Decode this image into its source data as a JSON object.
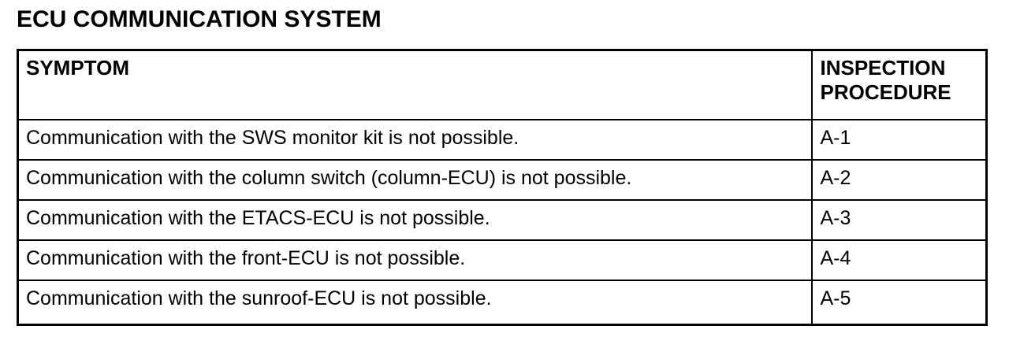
{
  "page": {
    "title": "ECU COMMUNICATION SYSTEM",
    "text_color": "#000000",
    "background_color": "#ffffff",
    "border_color": "#000000"
  },
  "table": {
    "columns": [
      {
        "key": "symptom",
        "header": "SYMPTOM"
      },
      {
        "key": "procedure",
        "header_line1": "INSPECTION",
        "header_line2": "PROCEDURE"
      }
    ],
    "rows": [
      {
        "symptom": "Communication with the SWS monitor kit is not possible.",
        "procedure": "A-1"
      },
      {
        "symptom": "Communication with the column switch (column-ECU) is not possible.",
        "procedure": "A-2"
      },
      {
        "symptom": "Communication with the ETACS-ECU is not possible.",
        "procedure": "A-3"
      },
      {
        "symptom": "Communication with the front-ECU is not possible.",
        "procedure": "A-4"
      },
      {
        "symptom": "Communication with the sunroof-ECU is not possible.",
        "procedure": "A-5"
      }
    ]
  }
}
